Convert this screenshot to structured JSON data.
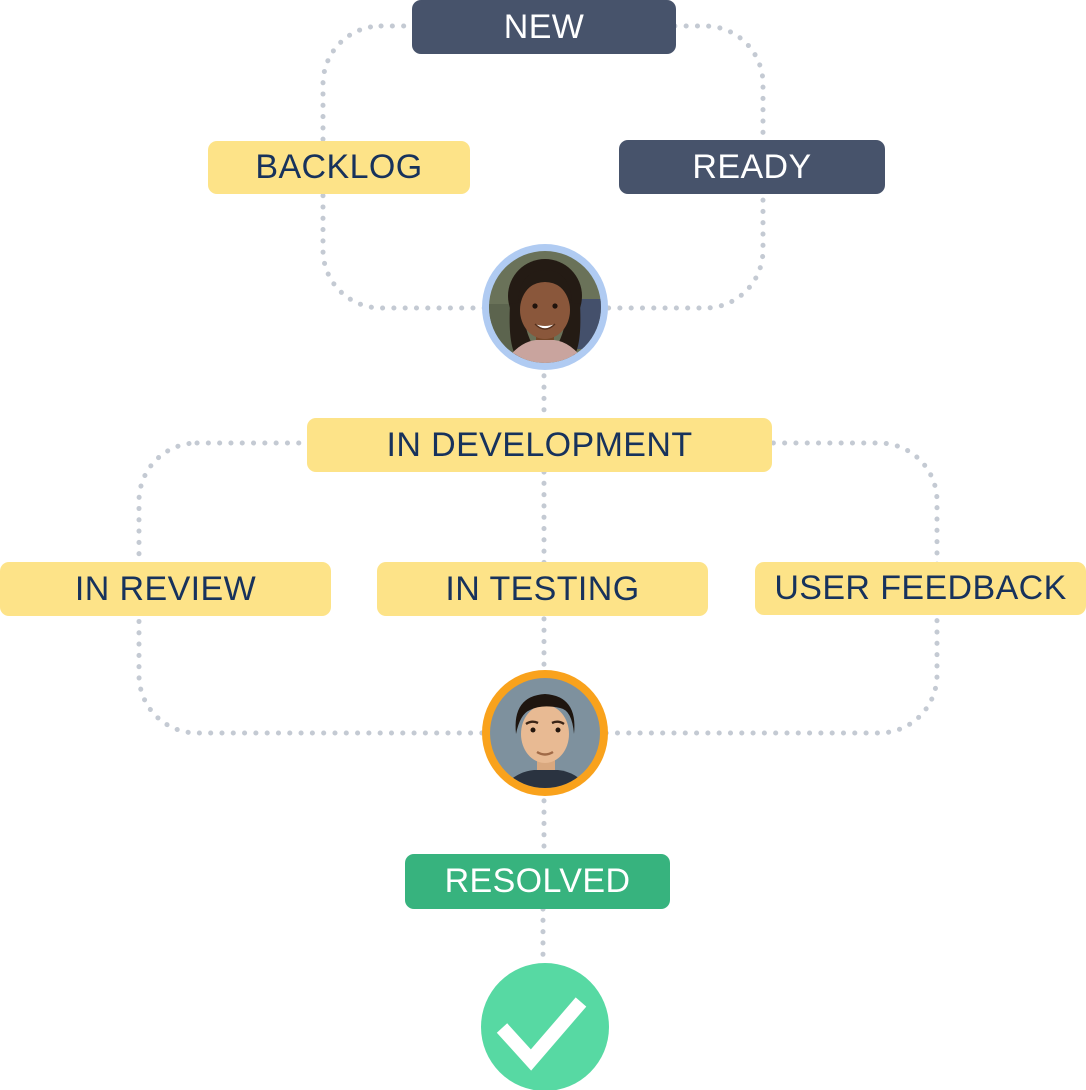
{
  "diagram": {
    "description": "Issue workflow status diagram",
    "palette": {
      "navy_badge": "#47536B",
      "yellow_badge": "#FDE388",
      "green_badge": "#37B37E",
      "check_circle_green": "#57D9A3",
      "text_on_dark": "#FFFFFF",
      "text_on_light": "#17325C",
      "dotted_line": "#C4CAD3",
      "avatar_ring_blue": "#B0CBF2",
      "avatar_ring_orange": "#F9A21C"
    },
    "nodes": {
      "new": {
        "label": "NEW",
        "variant": "navy"
      },
      "backlog": {
        "label": "BACKLOG",
        "variant": "yellow"
      },
      "ready": {
        "label": "READY",
        "variant": "navy"
      },
      "in_development": {
        "label": "IN DEVELOPMENT",
        "variant": "yellow"
      },
      "in_review": {
        "label": "IN REVIEW",
        "variant": "yellow"
      },
      "in_testing": {
        "label": "IN TESTING",
        "variant": "yellow"
      },
      "user_feedback": {
        "label": "USER FEEDBACK",
        "variant": "yellow"
      },
      "resolved": {
        "label": "RESOLVED",
        "variant": "green"
      }
    },
    "avatars": [
      {
        "id": "assignee-1",
        "ring_color": "#B0CBF2",
        "depicts": "woman avatar photo, light blue ring"
      },
      {
        "id": "assignee-2",
        "ring_color": "#F9A21C",
        "depicts": "man avatar photo, orange ring"
      }
    ],
    "icons": {
      "check": {
        "name": "check-icon",
        "circle_color": "#57D9A3",
        "mark_color": "#FFFFFF"
      }
    }
  }
}
